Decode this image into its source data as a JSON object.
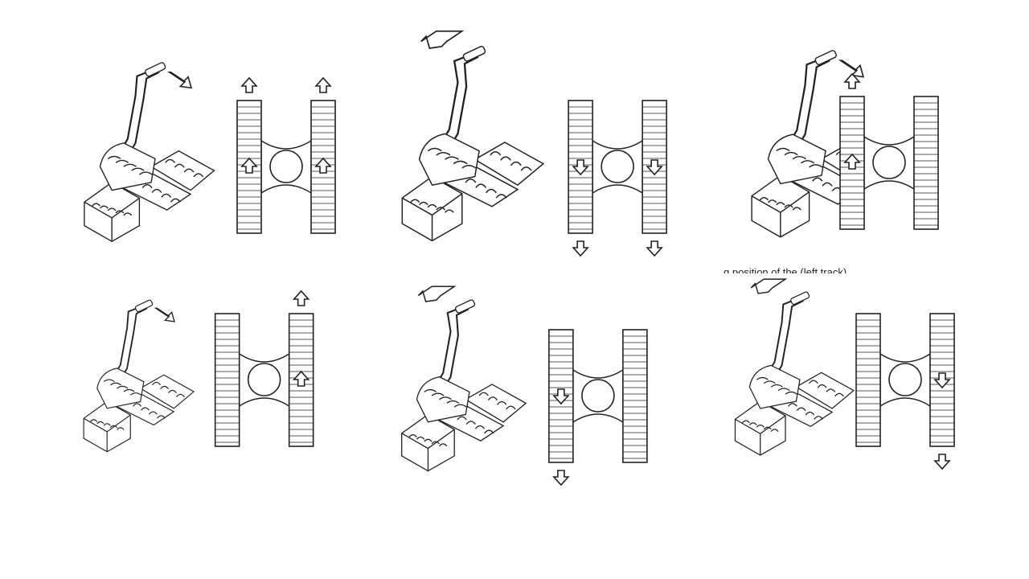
{
  "caption": "g position of the (left track)",
  "panels": [
    {
      "id": "forward",
      "left_pedal": "push-forward",
      "right_pedal": "push-forward",
      "left_track": "forward",
      "right_track": "forward"
    },
    {
      "id": "reverse",
      "left_pedal": "pull-back",
      "right_pedal": "pull-back",
      "left_track": "reverse",
      "right_track": "reverse"
    },
    {
      "id": "pivot-right",
      "left_pedal": "push-forward",
      "right_pedal": "neutral",
      "left_track": "forward",
      "right_track": "stopped"
    },
    {
      "id": "pivot-left",
      "left_pedal": "neutral",
      "right_pedal": "push-forward",
      "left_track": "stopped",
      "right_track": "forward"
    },
    {
      "id": "reverse-left",
      "left_pedal": "pull-back",
      "right_pedal": "neutral",
      "left_track": "reverse",
      "right_track": "stopped"
    },
    {
      "id": "reverse-right",
      "left_pedal": "neutral",
      "right_pedal": "pull-back",
      "left_track": "stopped",
      "right_track": "reverse"
    }
  ],
  "icons": {
    "pedal": "travel-pedal-icon",
    "track": "crawler-track-icon",
    "up_arrow": "arrow-up-icon",
    "down_arrow": "arrow-down-icon"
  },
  "colors": {
    "line": "#222222",
    "background": "#ffffff"
  }
}
